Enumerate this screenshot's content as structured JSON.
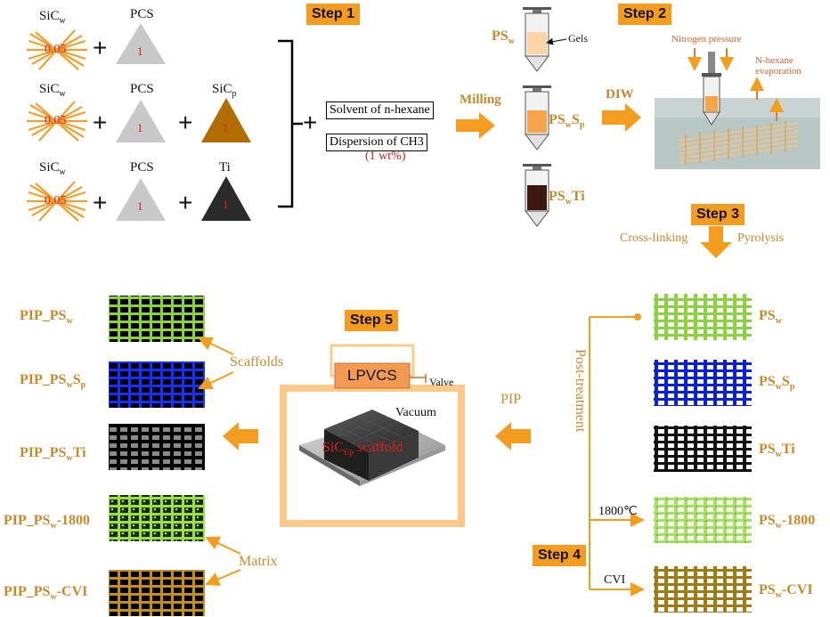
{
  "steps": {
    "s1": "Step 1",
    "s2": "Step 2",
    "s3": "Step 3",
    "s4": "Step 4",
    "s5": "Step 5"
  },
  "inputs": {
    "sicw": "SiC",
    "sicw_sub": "w",
    "pcs": "PCS",
    "sicp": "SiC",
    "sicp_sub": "p",
    "ti": "Ti",
    "val_w": "0.05",
    "val_1": "1"
  },
  "solvent": {
    "line1": "Solvent of n-hexane",
    "line2": "Dispersion of CH3",
    "line3": "(1 wt%)"
  },
  "process": {
    "milling": "Milling",
    "diw": "DIW",
    "gels": "Gels",
    "nitrogen": "Nitrogen pressure",
    "nhex1": "N-hexane",
    "nhex2": "evaporation",
    "crosslinking": "Cross-linking",
    "pyrolysis": "Pyrolysis",
    "post": "Post-treatment",
    "t1800": "1800℃",
    "cvi": "CVI",
    "pip": "PIP",
    "lpvcs": "LPVCS",
    "valve": "Valve",
    "vacuum": "Vacuum",
    "scaffold_sic": "SiC",
    "scaffold_sub": "f/p",
    "scaffold_word": "scaffold",
    "scaffolds": "Scaffolds",
    "matrix": "Matrix"
  },
  "syringe_labels": {
    "ps": "PS",
    "ps_sub": "w",
    "pss_main": "PS",
    "pss_sub1": "w",
    "pss_s": "S",
    "pss_sub2": "p",
    "psti_main": "PS",
    "psti_sub": "w",
    "psti_ti": "Ti"
  },
  "right_labels": [
    {
      "main": "PS",
      "sub": "w",
      "tail": "",
      "sub2": "",
      "rest": ""
    },
    {
      "main": "PS",
      "sub": "w",
      "tail": "S",
      "sub2": "p",
      "rest": ""
    },
    {
      "main": "PS",
      "sub": "w",
      "tail": "Ti",
      "sub2": "",
      "rest": ""
    },
    {
      "main": "PS",
      "sub": "w",
      "tail": "-1800",
      "sub2": "",
      "rest": ""
    },
    {
      "main": "PS",
      "sub": "w",
      "tail": "-CVI",
      "sub2": "",
      "rest": ""
    }
  ],
  "left_labels": [
    {
      "main": "PIP_PS",
      "sub": "w",
      "tail": "",
      "sub2": ""
    },
    {
      "main": "PIP_PS",
      "sub": "w",
      "tail": "S",
      "sub2": "p"
    },
    {
      "main": "PIP_PS",
      "sub": "w",
      "tail": "Ti",
      "sub2": ""
    },
    {
      "main": "PIP_PS",
      "sub": "w",
      "tail": "-1800",
      "sub2": ""
    },
    {
      "main": "PIP_PS",
      "sub": "w",
      "tail": "-CVI",
      "sub2": ""
    }
  ],
  "colors": {
    "orange": "#f39c1f",
    "gold": "#c8892c",
    "lime": "#7fcf3f",
    "blue": "#0a1fd6",
    "black": "#111111",
    "gray": "#8a8a8a",
    "olive": "#8a6a10",
    "brown_tri": "#b26d00",
    "dark_tri": "#2b2b2b",
    "light_tri": "#c8c8c8"
  }
}
